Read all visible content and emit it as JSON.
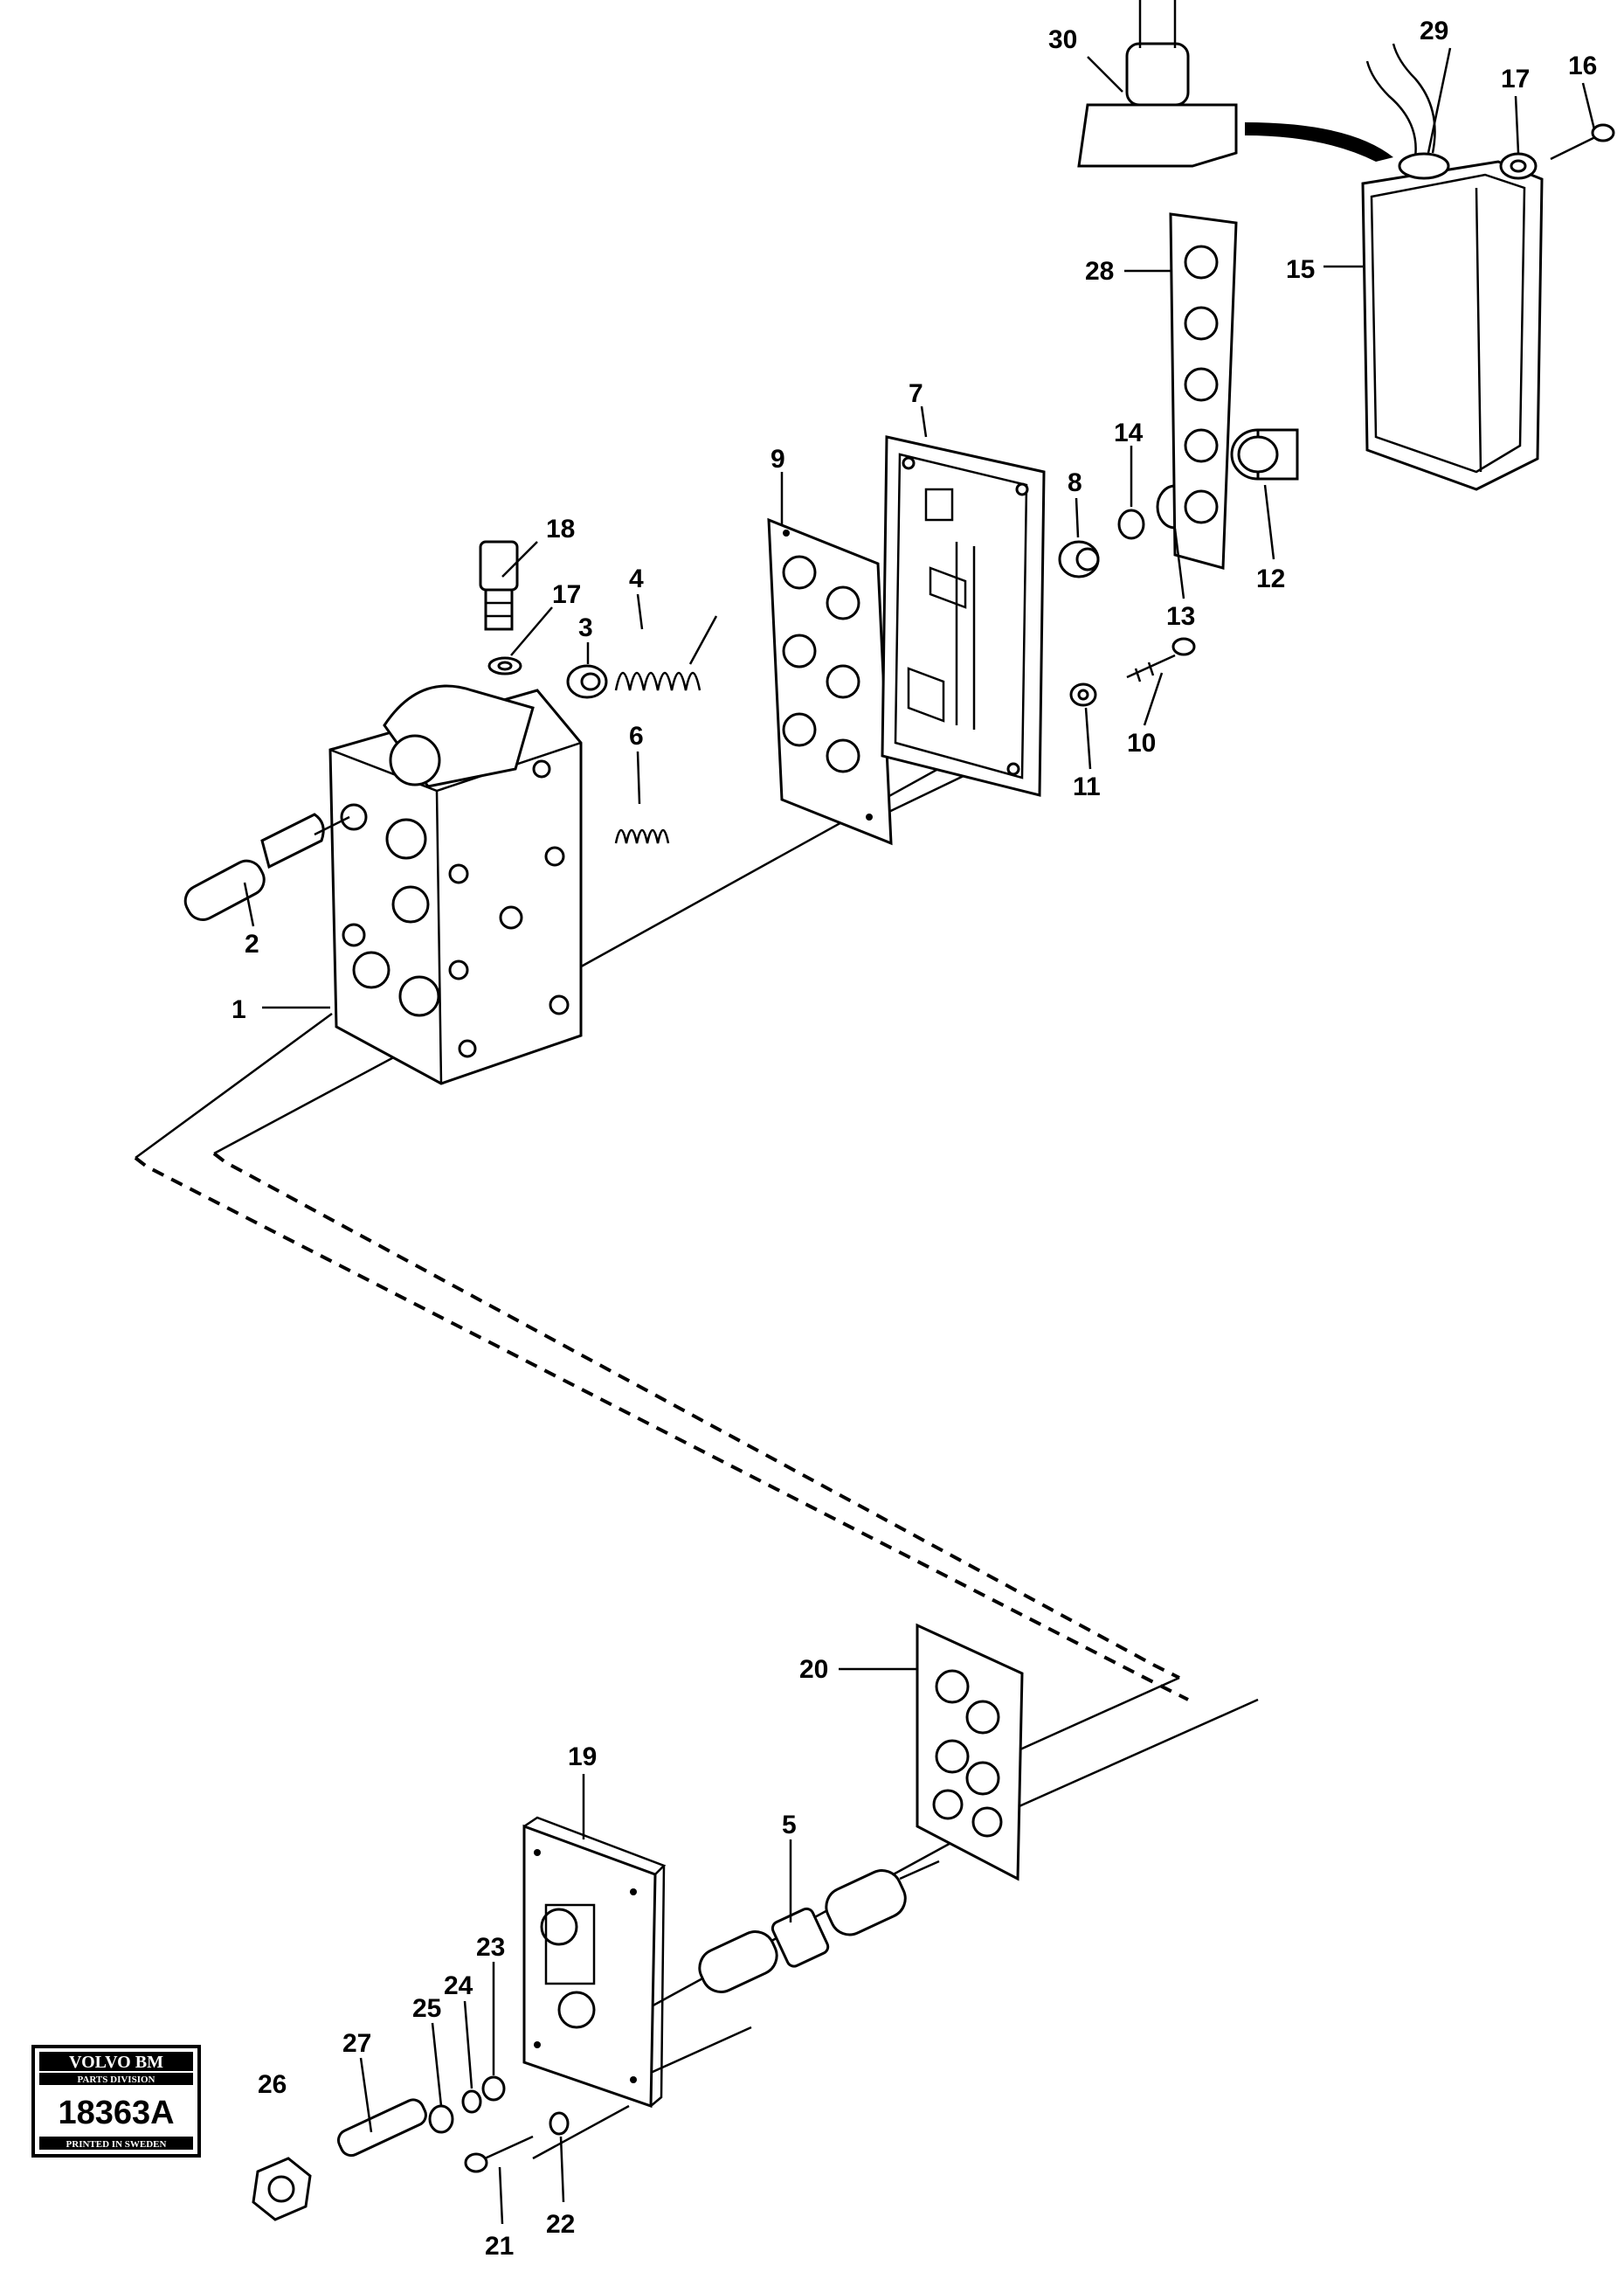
{
  "callouts": [
    {
      "id": "30",
      "label": "30"
    },
    {
      "id": "29",
      "label": "29"
    },
    {
      "id": "17a",
      "label": "17"
    },
    {
      "id": "16",
      "label": "16"
    },
    {
      "id": "28",
      "label": "28"
    },
    {
      "id": "15",
      "label": "15"
    },
    {
      "id": "7",
      "label": "7"
    },
    {
      "id": "9",
      "label": "9"
    },
    {
      "id": "8",
      "label": "8"
    },
    {
      "id": "14",
      "label": "14"
    },
    {
      "id": "13",
      "label": "13"
    },
    {
      "id": "12",
      "label": "12"
    },
    {
      "id": "18",
      "label": "18"
    },
    {
      "id": "17b",
      "label": "17"
    },
    {
      "id": "4",
      "label": "4"
    },
    {
      "id": "3",
      "label": "3"
    },
    {
      "id": "6",
      "label": "6"
    },
    {
      "id": "10",
      "label": "10"
    },
    {
      "id": "11",
      "label": "11"
    },
    {
      "id": "2",
      "label": "2"
    },
    {
      "id": "1",
      "label": "1"
    },
    {
      "id": "20",
      "label": "20"
    },
    {
      "id": "19",
      "label": "19"
    },
    {
      "id": "5",
      "label": "5"
    },
    {
      "id": "23",
      "label": "23"
    },
    {
      "id": "24",
      "label": "24"
    },
    {
      "id": "25",
      "label": "25"
    },
    {
      "id": "27",
      "label": "27"
    },
    {
      "id": "26",
      "label": "26"
    },
    {
      "id": "21",
      "label": "21"
    },
    {
      "id": "22",
      "label": "22"
    }
  ],
  "stamp": {
    "brand": "VOLVO BM",
    "division": "PARTS DIVISION",
    "number": "18363A",
    "footer": "PRINTED IN SWEDEN"
  }
}
